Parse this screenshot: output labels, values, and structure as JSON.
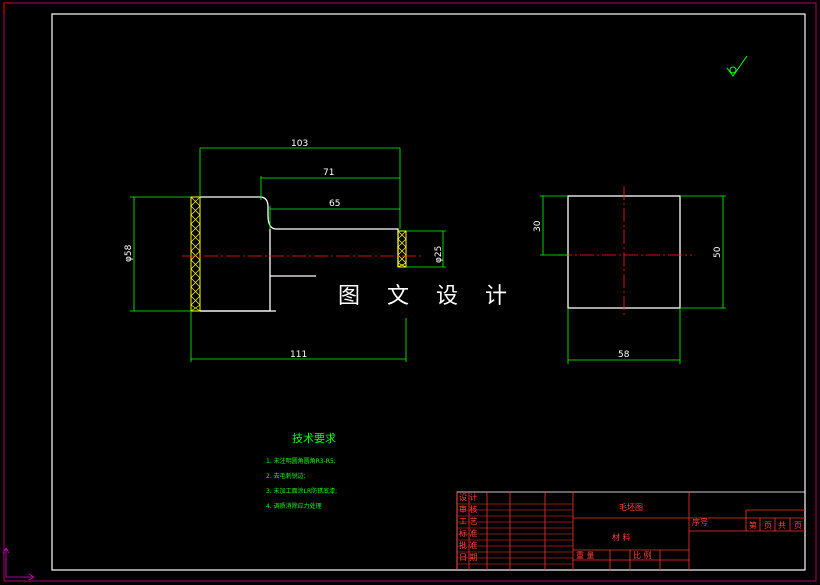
{
  "drawing": {
    "colors": {
      "outer_border": "#b0006a",
      "frame": "#ffffff",
      "outline": "#ffffff",
      "dimension": "#00ff00",
      "centerline": "#ff2020",
      "hatch": "#ffff00",
      "titleblock": "#ff3030"
    },
    "overlay_title": "图 文 设 计",
    "roughness_symbol": "check-roughness-icon",
    "dimensions": {
      "d103": "103",
      "d71": "71",
      "d65": "65",
      "d111": "111",
      "dia58": "φ58",
      "dia25": "φ25",
      "d30": "30",
      "d50": "50",
      "d58": "58"
    },
    "technical_requirements": {
      "title": "技术要求",
      "items": [
        "1. 未注明圆角圆角R3-R5;",
        "2. 去毛刺锐边;",
        "3. 未加工面涂LR防锈底漆;",
        "4. 调质消除应力处理"
      ]
    },
    "title_block": {
      "name": "毛坯图",
      "material": "材 料",
      "serial": "序号",
      "small_labels": [
        "设 计",
        "审 核",
        "工 艺",
        "标 准",
        "批 准",
        "日 期"
      ],
      "bottom_labels": [
        "重 量",
        "比 例"
      ],
      "right_labels": [
        "第",
        "页",
        "共",
        "页"
      ]
    }
  }
}
